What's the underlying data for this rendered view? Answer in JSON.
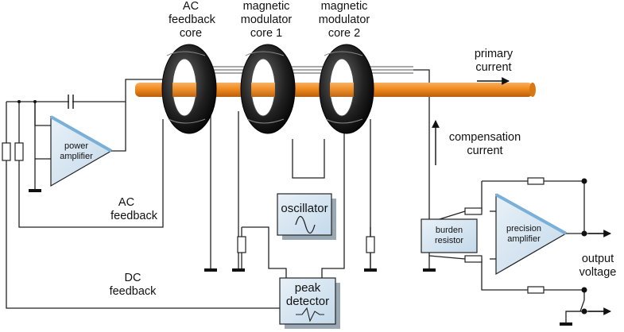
{
  "labels": {
    "ac_core": [
      "AC",
      "feedback",
      "core"
    ],
    "mm_core1": [
      "magnetic",
      "modulator",
      "core 1"
    ],
    "mm_core2": [
      "magnetic",
      "modulator",
      "core 2"
    ],
    "primary_current": [
      "primary",
      "current"
    ],
    "compensation_current": [
      "compensation",
      "current"
    ],
    "ac_feedback": [
      "AC",
      "feedback"
    ],
    "dc_feedback": [
      "DC",
      "feedback"
    ],
    "output_voltage": [
      "output",
      "voltage"
    ],
    "power_amplifier": [
      "power",
      "amplifier"
    ],
    "precision_amplifier": [
      "precision",
      "amplifier"
    ],
    "burden_resistor": [
      "burden",
      "resistor"
    ],
    "oscillator": "oscillator",
    "peak_detector": [
      "peak",
      "detector"
    ]
  },
  "colors": {
    "conductor": "#f08a1e",
    "core": "#1a1a1a",
    "box_fill": "#d5e6f2",
    "amp_fill": "#d5e6f2",
    "amp_edge": "#7ab0d8"
  }
}
